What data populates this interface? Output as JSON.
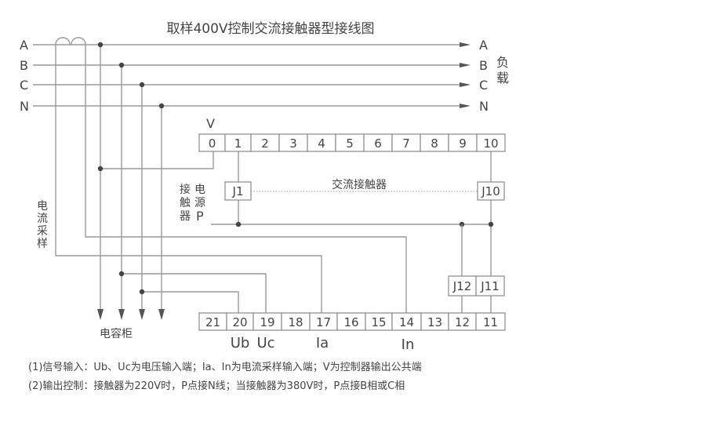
{
  "title": "取样400V控制交流接触器型接线图",
  "phases_left": [
    "A",
    "B",
    "C",
    "N"
  ],
  "phases_right": [
    "A",
    "B",
    "C",
    "N"
  ],
  "load_label": [
    "负",
    "载"
  ],
  "current_sampling_label": [
    "电",
    "流",
    "采",
    "样"
  ],
  "capacitor_cabinet_label": "电容柜",
  "v_label": "V",
  "top_terminals": [
    "0",
    "1",
    "2",
    "3",
    "4",
    "5",
    "6",
    "7",
    "8",
    "9",
    "10"
  ],
  "bottom_terminals": [
    "21",
    "20",
    "19",
    "18",
    "17",
    "16",
    "15",
    "14",
    "13",
    "12",
    "11"
  ],
  "signal_labels": {
    "ub": "Ub",
    "uc": "Uc",
    "ia": "Ia",
    "in": "In"
  },
  "contactor_power_label": {
    "col1": [
      "接",
      "触",
      "器"
    ],
    "col2": [
      "电",
      "源",
      "P"
    ]
  },
  "relays": {
    "j1": "J1",
    "j10": "J10",
    "j11": "J11",
    "j12": "J12"
  },
  "contactor_label": "交流接触器",
  "notes": [
    "(1)信号输入：Ub、Uc为电压输入端；Ia、In为电流采样输入端；V为控制器输出公共端",
    "(2)输出控制：接触器为220V时，P点接N线；当接触器为380V时，P点接B相或C相"
  ]
}
